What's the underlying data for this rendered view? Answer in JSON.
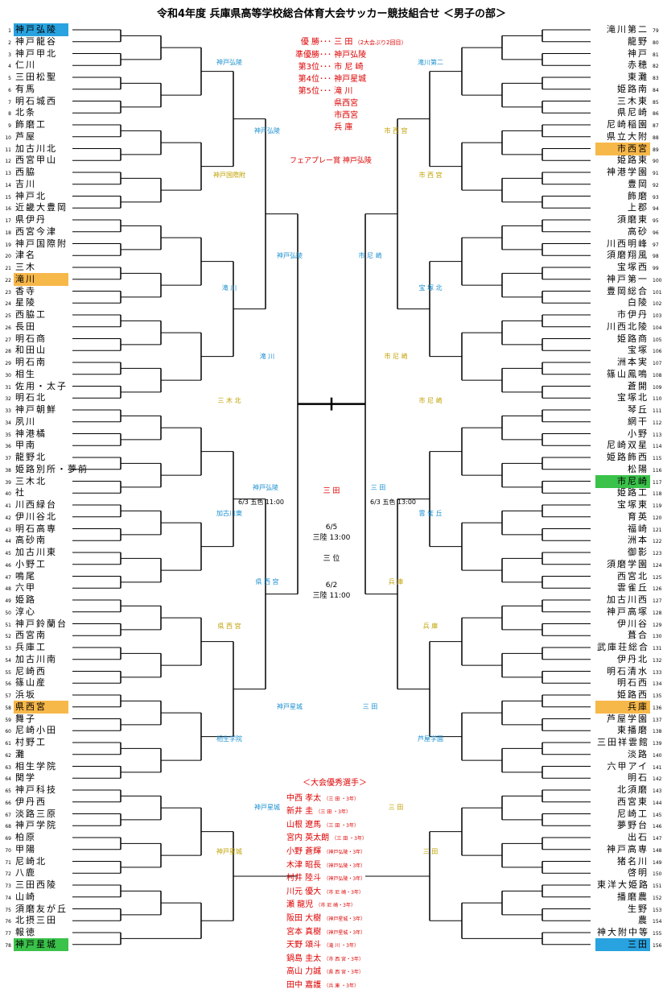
{
  "title": "令和4年度 兵庫県高等学校総合体育大会サッカー競技組合せ ＜男子の部＞",
  "colors": {
    "blue": "#29a3e0",
    "orange": "#f7b84a",
    "green": "#3ac24a",
    "red": "#d00000"
  },
  "left_teams": [
    {
      "n": "1",
      "name": "神戸弘陵",
      "hl": "blue"
    },
    {
      "n": "2",
      "name": "神戸龍谷"
    },
    {
      "n": "3",
      "name": "神戸甲北"
    },
    {
      "n": "4",
      "name": "仁川"
    },
    {
      "n": "5",
      "name": "三田松聖"
    },
    {
      "n": "6",
      "name": "有馬"
    },
    {
      "n": "7",
      "name": "明石城西"
    },
    {
      "n": "8",
      "name": "北条"
    },
    {
      "n": "9",
      "name": "飾磨工"
    },
    {
      "n": "10",
      "name": "芦屋"
    },
    {
      "n": "11",
      "name": "加古川北"
    },
    {
      "n": "12",
      "name": "西宮甲山"
    },
    {
      "n": "13",
      "name": "西脇"
    },
    {
      "n": "14",
      "name": "吉川"
    },
    {
      "n": "15",
      "name": "神戸北"
    },
    {
      "n": "16",
      "name": "近畿大豊岡"
    },
    {
      "n": "17",
      "name": "県伊丹"
    },
    {
      "n": "18",
      "name": "西宮今津"
    },
    {
      "n": "19",
      "name": "神戸国際附"
    },
    {
      "n": "20",
      "name": "津名"
    },
    {
      "n": "21",
      "name": "三木"
    },
    {
      "n": "22",
      "name": "滝川",
      "hl": "orange"
    },
    {
      "n": "23",
      "name": "香寺"
    },
    {
      "n": "24",
      "name": "星陵"
    },
    {
      "n": "25",
      "name": "西脇工"
    },
    {
      "n": "26",
      "name": "長田"
    },
    {
      "n": "27",
      "name": "明石商"
    },
    {
      "n": "28",
      "name": "和田山"
    },
    {
      "n": "29",
      "name": "明石南"
    },
    {
      "n": "30",
      "name": "相生"
    },
    {
      "n": "31",
      "name": "佐用・太子"
    },
    {
      "n": "32",
      "name": "明石北"
    },
    {
      "n": "33",
      "name": "神戸朝鮮"
    },
    {
      "n": "34",
      "name": "夙川"
    },
    {
      "n": "35",
      "name": "神港橘"
    },
    {
      "n": "36",
      "name": "甲南"
    },
    {
      "n": "37",
      "name": "龍野北"
    },
    {
      "n": "38",
      "name": "姫路別所・夢前"
    },
    {
      "n": "39",
      "name": "三木北"
    },
    {
      "n": "40",
      "name": "社"
    },
    {
      "n": "41",
      "name": "川西緑台"
    },
    {
      "n": "42",
      "name": "伊川谷北"
    },
    {
      "n": "43",
      "name": "明石高専"
    },
    {
      "n": "44",
      "name": "高砂南"
    },
    {
      "n": "45",
      "name": "加古川東"
    },
    {
      "n": "46",
      "name": "小野工"
    },
    {
      "n": "47",
      "name": "鳴尾"
    },
    {
      "n": "48",
      "name": "六甲"
    },
    {
      "n": "49",
      "name": "姫路"
    },
    {
      "n": "50",
      "name": "淳心"
    },
    {
      "n": "51",
      "name": "神戸鈴蘭台"
    },
    {
      "n": "52",
      "name": "西宮南"
    },
    {
      "n": "53",
      "name": "兵庫工"
    },
    {
      "n": "54",
      "name": "加古川南"
    },
    {
      "n": "55",
      "name": "尼崎西"
    },
    {
      "n": "56",
      "name": "篠山産"
    },
    {
      "n": "57",
      "name": "浜坂"
    },
    {
      "n": "58",
      "name": "県西宮",
      "hl": "orange"
    },
    {
      "n": "59",
      "name": "舞子"
    },
    {
      "n": "60",
      "name": "尼崎小田"
    },
    {
      "n": "61",
      "name": "村野工"
    },
    {
      "n": "62",
      "name": "灘"
    },
    {
      "n": "63",
      "name": "相生学院"
    },
    {
      "n": "64",
      "name": "関学"
    },
    {
      "n": "65",
      "name": "神戸科技"
    },
    {
      "n": "66",
      "name": "伊丹西"
    },
    {
      "n": "67",
      "name": "淡路三原"
    },
    {
      "n": "68",
      "name": "神戸学院"
    },
    {
      "n": "69",
      "name": "柏原"
    },
    {
      "n": "70",
      "name": "甲陽"
    },
    {
      "n": "71",
      "name": "尼崎北"
    },
    {
      "n": "72",
      "name": "八鹿"
    },
    {
      "n": "73",
      "name": "三田西陵"
    },
    {
      "n": "74",
      "name": "山崎"
    },
    {
      "n": "75",
      "name": "須磨友が丘"
    },
    {
      "n": "76",
      "name": "北摂三田"
    },
    {
      "n": "77",
      "name": "報徳"
    },
    {
      "n": "78",
      "name": "神戸星城",
      "hl": "green"
    }
  ],
  "right_teams": [
    {
      "n": "79",
      "name": "滝川第二"
    },
    {
      "n": "80",
      "name": "龍野"
    },
    {
      "n": "81",
      "name": "神戸"
    },
    {
      "n": "82",
      "name": "赤穂"
    },
    {
      "n": "83",
      "name": "東灘"
    },
    {
      "n": "84",
      "name": "姫路南"
    },
    {
      "n": "85",
      "name": "三木東"
    },
    {
      "n": "86",
      "name": "県尼崎"
    },
    {
      "n": "87",
      "name": "尼崎稲園"
    },
    {
      "n": "88",
      "name": "県立大附"
    },
    {
      "n": "89",
      "name": "市西宮",
      "hl": "orange"
    },
    {
      "n": "90",
      "name": "姫路東"
    },
    {
      "n": "91",
      "name": "神港学園"
    },
    {
      "n": "92",
      "name": "豊岡"
    },
    {
      "n": "93",
      "name": "飾磨"
    },
    {
      "n": "94",
      "name": "上郡"
    },
    {
      "n": "95",
      "name": "須磨東"
    },
    {
      "n": "96",
      "name": "高砂"
    },
    {
      "n": "97",
      "name": "川西明峰"
    },
    {
      "n": "98",
      "name": "須磨翔風"
    },
    {
      "n": "99",
      "name": "宝塚西"
    },
    {
      "n": "100",
      "name": "神戸第一"
    },
    {
      "n": "101",
      "name": "豊岡総合"
    },
    {
      "n": "102",
      "name": "白陵"
    },
    {
      "n": "103",
      "name": "市伊丹"
    },
    {
      "n": "104",
      "name": "川西北陵"
    },
    {
      "n": "105",
      "name": "姫路商"
    },
    {
      "n": "106",
      "name": "宝塚"
    },
    {
      "n": "107",
      "name": "洲本実"
    },
    {
      "n": "108",
      "name": "篠山鳳鳴"
    },
    {
      "n": "109",
      "name": "蒼開"
    },
    {
      "n": "110",
      "name": "宝塚北"
    },
    {
      "n": "111",
      "name": "琴丘"
    },
    {
      "n": "112",
      "name": "網干"
    },
    {
      "n": "113",
      "name": "小野"
    },
    {
      "n": "114",
      "name": "尼崎双星"
    },
    {
      "n": "115",
      "name": "姫路飾西"
    },
    {
      "n": "116",
      "name": "松陽"
    },
    {
      "n": "117",
      "name": "市尼崎",
      "hl": "green"
    },
    {
      "n": "118",
      "name": "姫路工"
    },
    {
      "n": "119",
      "name": "宝塚東"
    },
    {
      "n": "120",
      "name": "育英"
    },
    {
      "n": "121",
      "name": "福崎"
    },
    {
      "n": "122",
      "name": "洲本"
    },
    {
      "n": "123",
      "name": "御影"
    },
    {
      "n": "124",
      "name": "須磨学園"
    },
    {
      "n": "125",
      "name": "西宮北"
    },
    {
      "n": "126",
      "name": "雲雀丘"
    },
    {
      "n": "127",
      "name": "加古川西"
    },
    {
      "n": "128",
      "name": "神戸高塚"
    },
    {
      "n": "129",
      "name": "伊川谷"
    },
    {
      "n": "130",
      "name": "葺合"
    },
    {
      "n": "131",
      "name": "武庫荘総合"
    },
    {
      "n": "132",
      "name": "伊丹北"
    },
    {
      "n": "133",
      "name": "明石清水"
    },
    {
      "n": "134",
      "name": "明石西"
    },
    {
      "n": "135",
      "name": "姫路西"
    },
    {
      "n": "136",
      "name": "兵庫",
      "hl": "orange"
    },
    {
      "n": "137",
      "name": "芦屋学園"
    },
    {
      "n": "138",
      "name": "東播磨"
    },
    {
      "n": "139",
      "name": "三田祥雲館"
    },
    {
      "n": "140",
      "name": "淡路"
    },
    {
      "n": "141",
      "name": "六甲アイ"
    },
    {
      "n": "142",
      "name": "明石"
    },
    {
      "n": "143",
      "name": "北須磨"
    },
    {
      "n": "144",
      "name": "西宮東"
    },
    {
      "n": "145",
      "name": "尼崎工"
    },
    {
      "n": "146",
      "name": "夢野台"
    },
    {
      "n": "147",
      "name": "出石"
    },
    {
      "n": "148",
      "name": "神戸高専"
    },
    {
      "n": "149",
      "name": "猪名川"
    },
    {
      "n": "150",
      "name": "啓明"
    },
    {
      "n": "151",
      "name": "東洋大姫路"
    },
    {
      "n": "152",
      "name": "播磨農"
    },
    {
      "n": "153",
      "name": "生野"
    },
    {
      "n": "154",
      "name": "農"
    },
    {
      "n": "155",
      "name": "神大附中等"
    },
    {
      "n": "156",
      "name": "三田",
      "hl": "blue"
    }
  ],
  "results": [
    {
      "label": "優 勝･･･",
      "team": "三 田",
      "note": "（2大会ぶり2回目）"
    },
    {
      "label": "準優勝･･･",
      "team": "神戸弘陵"
    },
    {
      "label": "第3位･･･",
      "team": "市 尼 崎"
    },
    {
      "label": "第4位･･･",
      "team": "神戸星城"
    },
    {
      "label": "第5位･･･",
      "team": "滝 川"
    },
    {
      "label": "",
      "team": "県西宮"
    },
    {
      "label": "",
      "team": "市西宮"
    },
    {
      "label": "",
      "team": "兵 庫"
    }
  ],
  "fairplay": "フェアプレー賞 神戸弘陵",
  "final": {
    "left_team": "神戸弘陵",
    "right_team": "三 田",
    "date": "6/3 五色 11:00",
    "venue_r": "6/3 五色 13:00",
    "title": "三 田",
    "sub": "6/5",
    "sub2": "三陸 13:00"
  },
  "third": {
    "title": "三 位",
    "sub": "6/2",
    "sub2": "三陸 11:00"
  },
  "quarter_labels_left": [
    "神戸弘陵",
    "神戸国際附",
    "滝 川",
    "三 木 北",
    "加古川東",
    "県 西 宮",
    "相生学院",
    "神戸星城"
  ],
  "semi_labels_left": [
    "神戸弘陵",
    "滝 川",
    "県 西 宮",
    "神戸星城"
  ],
  "final_labels_left": [
    "神戸弘陵",
    "神戸星城"
  ],
  "quarter_labels_right": [
    "滝川第二",
    "市 西 宮",
    "宝 塚 北",
    "市 尼 崎",
    "雲 雀 丘",
    "兵 庫",
    "芦屋学園",
    "三 田"
  ],
  "semi_labels_right": [
    "市 西 宮",
    "市 尼 崎",
    "兵 庫",
    "三 田"
  ],
  "final_labels_right": [
    "市 尼 崎",
    "三 田"
  ],
  "awards_title": "＜大会優秀選手＞",
  "awards": [
    {
      "name": "中西 孝太",
      "school": "（三 田 ・3年）"
    },
    {
      "name": "新井 圭",
      "school": "（三 田 ・3年）"
    },
    {
      "name": "山根 遼馬",
      "school": "（三 田 ・3年）"
    },
    {
      "name": "宮内 英太朗",
      "school": "（三 田 ・3年）"
    },
    {
      "name": "小野 蒼輝",
      "school": "（神戸弘陵・3年）"
    },
    {
      "name": "木津 昭長",
      "school": "（神戸弘陵・3年）"
    },
    {
      "name": "村井 陸斗",
      "school": "（神戸弘陵・3年）"
    },
    {
      "name": "川元 優大",
      "school": "（市 尼 崎・3年）"
    },
    {
      "name": "瀬 龍児",
      "school": "（市 尼 崎・3年）"
    },
    {
      "name": "阪田 大樹",
      "school": "（神戸星城・3年）"
    },
    {
      "name": "宮本 真樹",
      "school": "（神戸星城・3年）"
    },
    {
      "name": "天野 頌斗",
      "school": "（滝 川 ・3年）"
    },
    {
      "name": "鍋島 圭太",
      "school": "（市 西 宮・3年）"
    },
    {
      "name": "高山 力誠",
      "school": "（県 西 宮・3年）"
    },
    {
      "name": "田中 嘉護",
      "school": "（兵 庫 ・3年）"
    }
  ]
}
